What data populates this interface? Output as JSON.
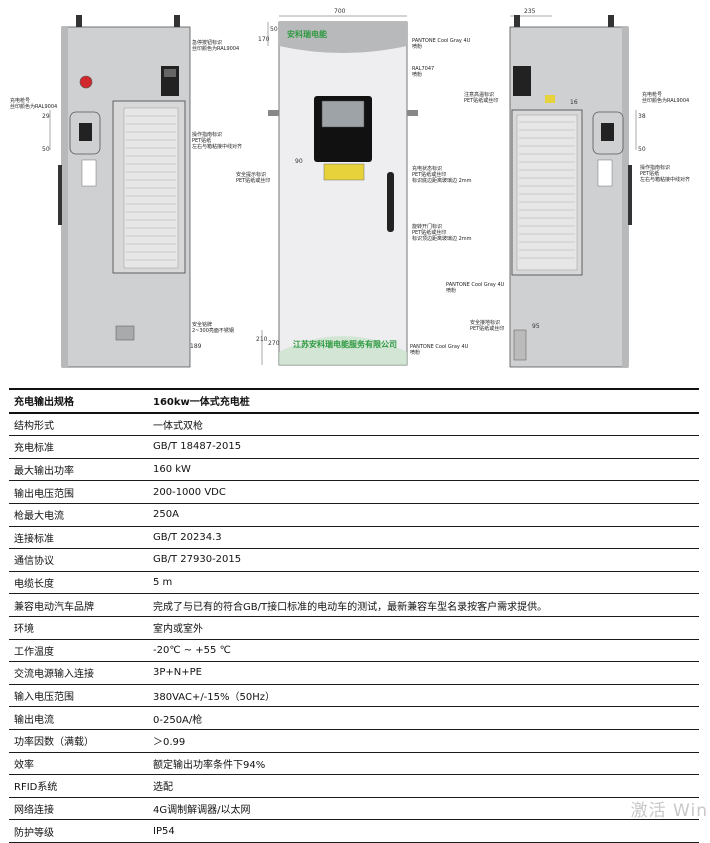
{
  "drawing": {
    "logo_text": "安科瑞电能",
    "company_name": "江苏安科瑞电能服务有限公司",
    "dimensions": {
      "front_width": "700",
      "right_width": "235",
      "top_50": "50",
      "top_170": "170",
      "side_29": "29",
      "side_50": "50",
      "side_16": "16",
      "side_38": "38",
      "side_50b": "50",
      "front_90": "90",
      "bottom_210": "210",
      "bottom_270": "270",
      "bottom_189": "189",
      "bottom_95": "95"
    },
    "annotations": {
      "left_emergency": "急停按钮标识\n丝印颜色为RAL9004",
      "left_gun": "充电枪号\n丝印颜色为RAL9004",
      "left_operation": "操作指南标识\nPET贴纸\n左右与箱粘接中线对齐",
      "left_nameplate": "安全铭牌\n2~300亮面不锈钢",
      "front_pantone_top": "PANTONE Cool Gray 4U\n喷粉",
      "front_ral": "RAL7047\n喷粉",
      "front_safety": "安全提示标识\nPET贴纸或丝印",
      "front_charge_status": "充电状态标识\nPET贴纸或丝印\n标识底边距离玻璃边 2mm",
      "front_rotate": "旋转开门标识\nPET贴纸或丝印\n标识顶边距离玻璃边 2mm",
      "front_pantone_mid": "PANTONE Cool Gray 4U\n喷粉",
      "front_pantone_bottom": "PANTONE Cool Gray 4U\n喷粉",
      "right_high_voltage": "注意高温标识\nPET贴纸或丝印",
      "right_gun": "充电枪号\n丝印颜色为RAL9004",
      "right_operation": "操作指南标识\nPET贴纸\n左右与箱粘接中线对齐",
      "right_ground": "安全接地标识\nPET贴纸或丝印"
    }
  },
  "spec": {
    "header": {
      "key": "充电输出规格",
      "value": "160kw一体式充电桩"
    },
    "rows": [
      {
        "key": "结构形式",
        "value": "一体式双枪"
      },
      {
        "key": "充电标准",
        "value": "GB/T 18487-2015"
      },
      {
        "key": "最大输出功率",
        "value": "160 kW"
      },
      {
        "key": "输出电压范围",
        "value": "200-1000 VDC"
      },
      {
        "key": "枪最大电流",
        "value": "250A"
      },
      {
        "key": "连接标准",
        "value": "GB/T 20234.3"
      },
      {
        "key": "通信协议",
        "value": "GB/T 27930-2015"
      },
      {
        "key": "电缆长度",
        "value": "5 m"
      },
      {
        "key": "兼容电动汽车品牌",
        "value": "完成了与已有的符合GB/T接口标准的电动车的测试，最新兼容车型名录按客户需求提供。"
      },
      {
        "key": "环境",
        "value": "室内或室外"
      },
      {
        "key": "工作温度",
        "value": "-20℃ ~ +55 ℃"
      },
      {
        "key": "交流电源输入连接",
        "value": "3P+N+PE"
      },
      {
        "key": "输入电压范围",
        "value": "380VAC+/-15%（50Hz）"
      },
      {
        "key": "输出电流",
        "value": "0-250A/枪"
      },
      {
        "key": "功率因数（满载）",
        "value": "＞0.99"
      },
      {
        "key": "效率",
        "value": "额定输出功率条件下94%"
      },
      {
        "key": "RFID系统",
        "value": "选配"
      },
      {
        "key": "网络连接",
        "value": "4G调制解调器/以太网"
      },
      {
        "key": "防护等级",
        "value": "IP54"
      }
    ]
  },
  "watermark": "激活 Win",
  "colors": {
    "cabinet": "#cfd0d2",
    "green": "#2f9a41",
    "grille": "#e6e6e6"
  }
}
